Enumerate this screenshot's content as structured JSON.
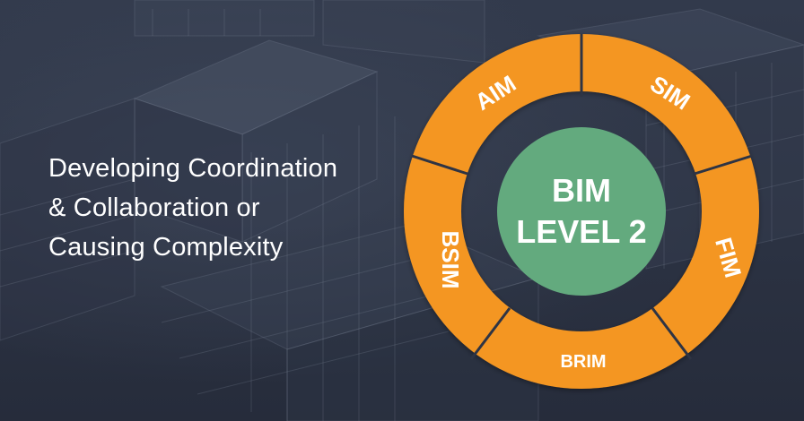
{
  "headline": {
    "lines": [
      "Developing Coordination",
      "& Collaboration or",
      "Causing Complexity"
    ]
  },
  "diagram": {
    "center": {
      "lines": [
        "BIM",
        "LEVEL 2"
      ]
    },
    "segments": [
      {
        "label": "AIM"
      },
      {
        "label": "SIM"
      },
      {
        "label": "FIM"
      },
      {
        "label": "BRIM"
      },
      {
        "label": "BSIM"
      }
    ]
  },
  "colors": {
    "background": "#2b3242",
    "ring": "#f49623",
    "ring_divider": "#2e3444",
    "center": "#63aa7e",
    "text": "#ffffff"
  }
}
